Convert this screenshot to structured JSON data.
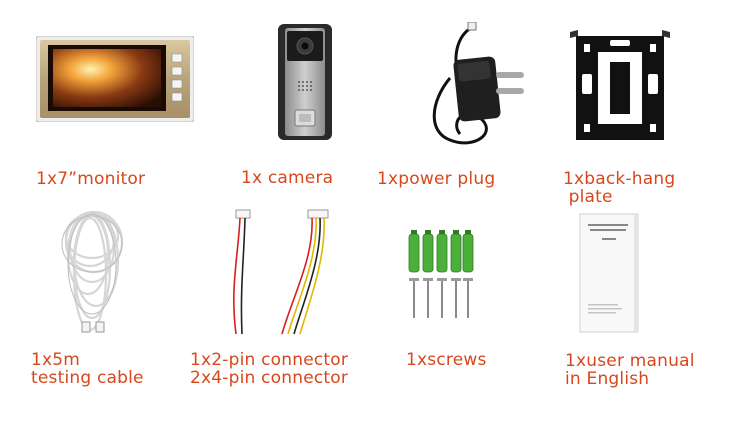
{
  "colors": {
    "label": "#d8471c",
    "background": "#ffffff"
  },
  "items": [
    {
      "id": "monitor",
      "icon": "monitor-icon",
      "lines": [
        "1x7”monitor"
      ]
    },
    {
      "id": "camera",
      "icon": "door-camera-icon",
      "lines": [
        "1x camera"
      ]
    },
    {
      "id": "power",
      "icon": "power-plug-icon",
      "lines": [
        "1xpower plug"
      ]
    },
    {
      "id": "plate",
      "icon": "back-hang-plate-icon",
      "lines": [
        "1xback-hang",
        " plate"
      ]
    },
    {
      "id": "cable",
      "icon": "cable-coil-icon",
      "lines": [
        "1x5m",
        "testing cable"
      ]
    },
    {
      "id": "connector",
      "icon": "connector-wires-icon",
      "lines": [
        "1x2-pin connector",
        "2x4-pin connector"
      ]
    },
    {
      "id": "screws",
      "icon": "screws-anchors-icon",
      "lines": [
        "1xscrews"
      ]
    },
    {
      "id": "manual",
      "icon": "user-manual-icon",
      "lines": [
        "1xuser manual",
        "in English"
      ]
    }
  ]
}
